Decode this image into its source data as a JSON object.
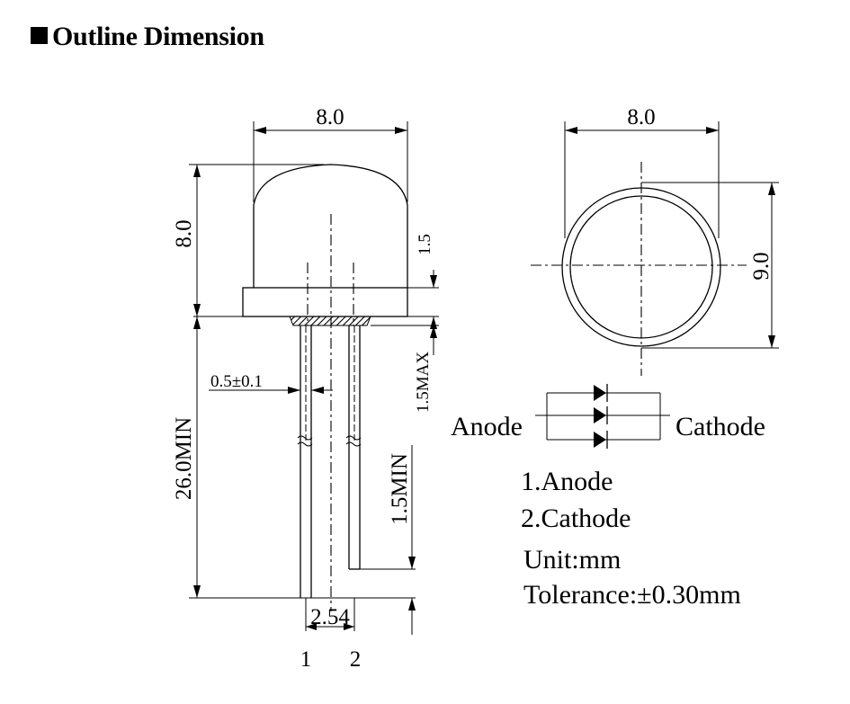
{
  "title": "Outline Dimension",
  "side_view": {
    "lens_width": "8.0",
    "total_height": "8.0",
    "flange_height": "1.5",
    "resin_max": "1.5MAX",
    "lead_width": "0.5±0.1",
    "lead_length": "26.0MIN",
    "lead_kink": "1.5MIN",
    "lead_spacing": "2.54",
    "pin1": "1",
    "pin2": "2"
  },
  "top_view": {
    "width": "8.0",
    "height": "9.0"
  },
  "schematic": {
    "anode": "Anode",
    "cathode": "Cathode",
    "diode_count": 3
  },
  "legend": {
    "pin1": "1.Anode",
    "pin2": "2.Cathode",
    "unit": "Unit:mm",
    "tolerance": "Tolerance:±0.30mm"
  }
}
